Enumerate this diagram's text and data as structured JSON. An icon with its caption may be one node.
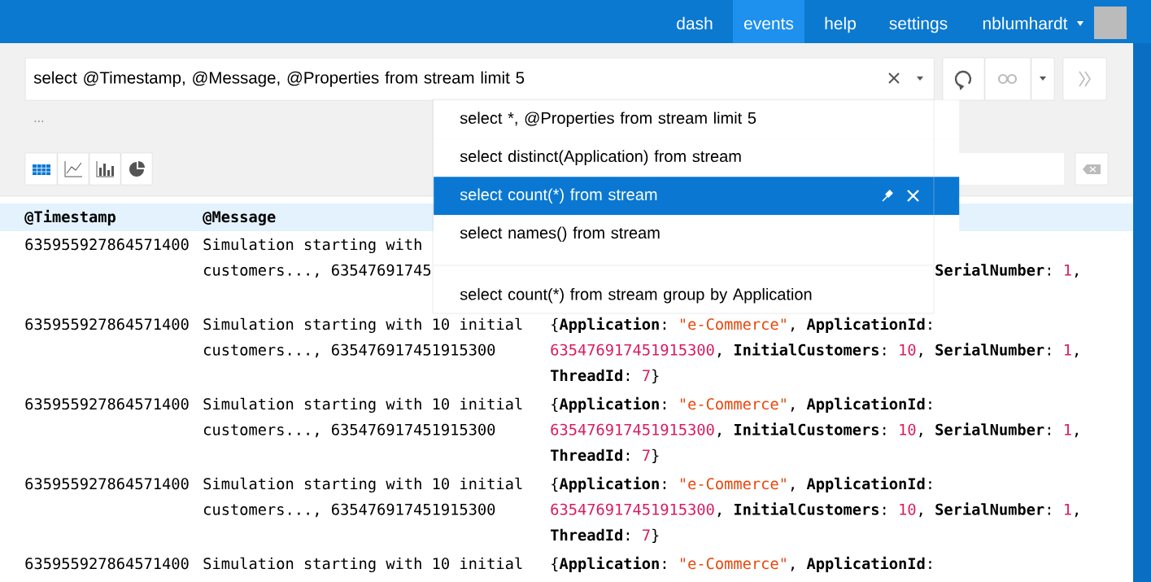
{
  "diagram": {
    "nodes": [
      {
        "text": [
          "select @Timestamp, @Message, @Properties from stream limit 5"
        ]
      },
      {
        "text": [
          "select *, @Properties from stream limit 5"
        ]
      },
      {
        "text": [
          "select distinct(Application) from stream"
        ]
      },
      {
        "text": [
          "select count(*) from stream"
        ]
      },
      {
        "text": [
          "select names() from stream"
        ]
      },
      {
        "text": [
          "select count(*) from stream group by Application"
        ]
      }
    ],
    "labels": [
      "dash",
      "events",
      "help",
      "settings",
      "nblumhardt",
      "...",
      "@Timestamp",
      "@Message",
      "635955927864571400",
      "Simulation starting with",
      "customers..., 63547691745",
      "**SerialNumber**:",
      "1",
      ",",
      "635955927864571400",
      "Simulation starting with 10 initial",
      "{**Application**:",
      "\"e-Commerce\"",
      ", **ApplicationId**:",
      "customers..., 635476917451915300",
      "635476917451915300",
      ", **InitialCustomers**:",
      "10",
      ", **SerialNumber**:",
      "1",
      ",",
      "**ThreadId**:",
      "7",
      "}",
      "635955927864571400",
      "Simulation starting with 10 initial",
      "{**Application**:",
      "\"e-Commerce\"",
      ", **ApplicationId**:",
      "customers..., 635476917451915300",
      "635476917451915300",
      ", **InitialCustomers**:",
      "10",
      ", **SerialNumber**:",
      "1",
      ",",
      "**ThreadId**:",
      "7",
      "}",
      "635955927864571400",
      "Simulation starting with 10 initial",
      "{**Application**:",
      "\"e-Commerce\"",
      ", **ApplicationId**:",
      "customers..., 635476917451915300",
      "635476917451915300",
      ", **InitialCustomers**:",
      "10",
      ", **SerialNumber**:",
      "1",
      ",",
      "**ThreadId**:",
      "7",
      "}",
      "635955927864571400",
      "Simulation starting with 10 initial",
      "{**Application**:",
      "\"e-Commerce\"",
      ", **ApplicationId**:"
    ]
  }
}
